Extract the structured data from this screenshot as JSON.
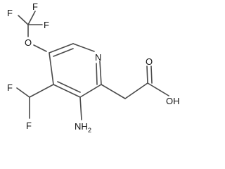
{
  "molecule": {
    "atoms": {
      "f_top_left": "F",
      "f_top_mid": "F",
      "f_top_right": "F",
      "o_ether": "O",
      "n_ring": "N",
      "f_chf2_top": "F",
      "f_chf2_bottom": "F",
      "nh2_main": "NH",
      "nh2_sub": "2",
      "o_carbonyl": "O",
      "oh": "OH"
    }
  }
}
